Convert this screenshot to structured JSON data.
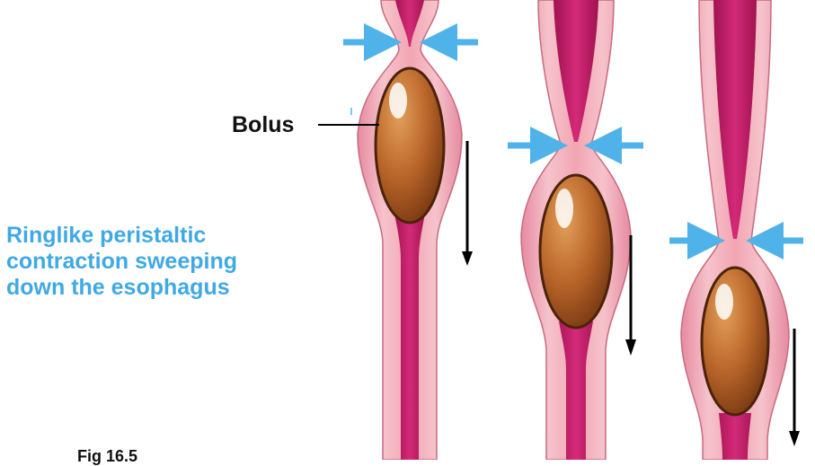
{
  "labels": {
    "bolus": "Bolus",
    "caption_lines": [
      "Ringlike peristaltic",
      "contraction sweeping",
      "down the esophagus"
    ],
    "figure_label": "Fig 16.5"
  },
  "stages": [
    {
      "name": "stage-1",
      "contraction": "top",
      "bolus": "upper"
    },
    {
      "name": "stage-2",
      "contraction": "upper-middle",
      "bolus": "middle"
    },
    {
      "name": "stage-3",
      "contraction": "middle",
      "bolus": "lower"
    }
  ],
  "colors": {
    "lumen": "#c51f6a",
    "lumen_dark": "#8e1148",
    "tissue": "#f2a6b3",
    "tissue_light": "#f8c9cf",
    "tissue_edge": "#c86a80",
    "bolus": "#b9652a",
    "bolus_dark": "#6b3210",
    "squeeze_arrow": "#4fb3ea",
    "direction_arrow": "#000000",
    "caption": "#3fa9e4"
  }
}
